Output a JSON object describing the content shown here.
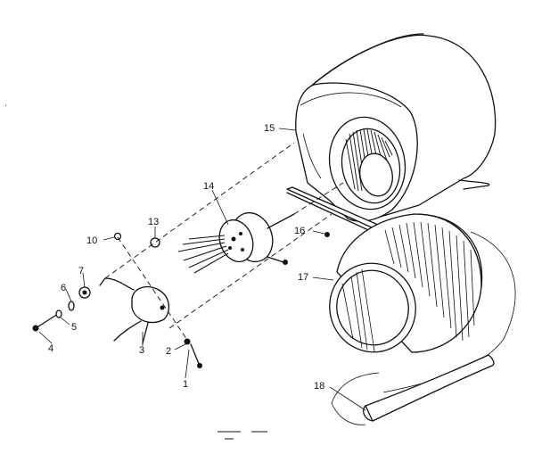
{
  "callouts": [
    {
      "id": "1",
      "text": "1"
    },
    {
      "id": "2",
      "text": "2"
    },
    {
      "id": "3",
      "text": "3"
    },
    {
      "id": "4",
      "text": "4"
    },
    {
      "id": "5",
      "text": "5"
    },
    {
      "id": "6",
      "text": "6"
    },
    {
      "id": "7",
      "text": "7"
    },
    {
      "id": "10",
      "text": "10"
    },
    {
      "id": "13",
      "text": "13"
    },
    {
      "id": "14",
      "text": "14"
    },
    {
      "id": "15",
      "text": "15"
    },
    {
      "id": "16",
      "text": "16"
    },
    {
      "id": "17",
      "text": "17"
    },
    {
      "id": "18",
      "text": "18"
    }
  ],
  "colors": {
    "ink": "#111111",
    "paper": "#ffffff"
  }
}
